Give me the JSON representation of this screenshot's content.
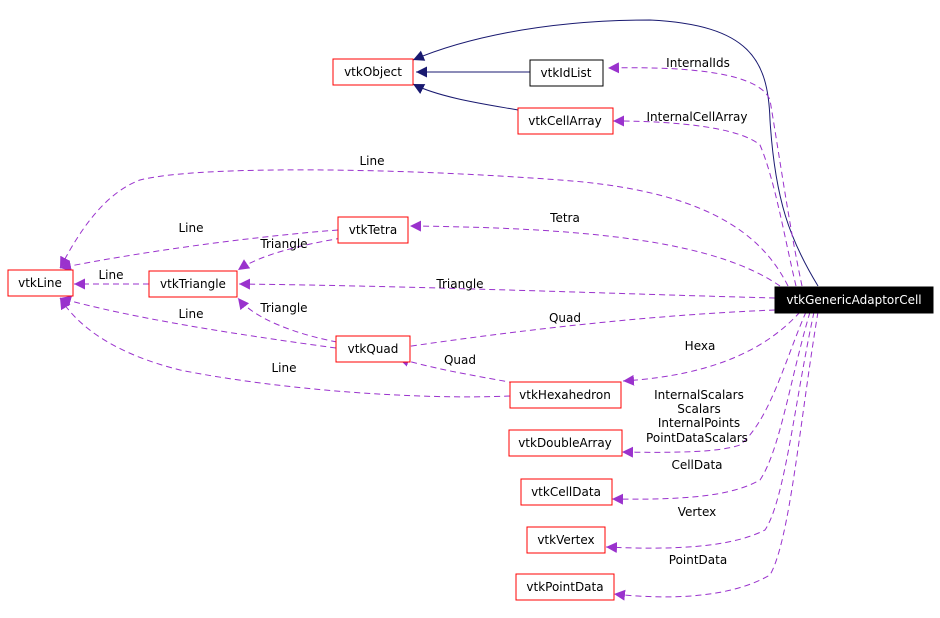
{
  "colors": {
    "node_border": "#ff0000",
    "node_border_plain": "#000000",
    "root_fill": "#000000",
    "root_text": "#ffffff",
    "inheritance_edge": "#191970",
    "usage_edge": "#9a32cd"
  },
  "nodes": [
    {
      "id": "vtkObject",
      "label": "vtkObject",
      "border": "red"
    },
    {
      "id": "vtkIdList",
      "label": "vtkIdList",
      "border": "black"
    },
    {
      "id": "vtkCellArray",
      "label": "vtkCellArray",
      "border": "red"
    },
    {
      "id": "vtkLine",
      "label": "vtkLine",
      "border": "red"
    },
    {
      "id": "vtkTetra",
      "label": "vtkTetra",
      "border": "red"
    },
    {
      "id": "vtkTriangle",
      "label": "vtkTriangle",
      "border": "red"
    },
    {
      "id": "vtkQuad",
      "label": "vtkQuad",
      "border": "red"
    },
    {
      "id": "vtkHexahedron",
      "label": "vtkHexahedron",
      "border": "red"
    },
    {
      "id": "vtkDoubleArray",
      "label": "vtkDoubleArray",
      "border": "red"
    },
    {
      "id": "vtkCellData",
      "label": "vtkCellData",
      "border": "red"
    },
    {
      "id": "vtkVertex",
      "label": "vtkVertex",
      "border": "red"
    },
    {
      "id": "vtkPointData",
      "label": "vtkPointData",
      "border": "red"
    },
    {
      "id": "vtkGenericAdaptorCell",
      "label": "vtkGenericAdaptorCell",
      "border": "root"
    }
  ],
  "edges": [
    {
      "from": "vtkGenericAdaptorCell",
      "to": "vtkObject",
      "kind": "inheritance",
      "labels": []
    },
    {
      "from": "vtkIdList",
      "to": "vtkObject",
      "kind": "inheritance",
      "labels": []
    },
    {
      "from": "vtkCellArray",
      "to": "vtkObject",
      "kind": "inheritance",
      "labels": []
    },
    {
      "from": "vtkGenericAdaptorCell",
      "to": "vtkIdList",
      "kind": "usage",
      "labels": [
        "InternalIds"
      ]
    },
    {
      "from": "vtkGenericAdaptorCell",
      "to": "vtkCellArray",
      "kind": "usage",
      "labels": [
        "InternalCellArray"
      ]
    },
    {
      "from": "vtkGenericAdaptorCell",
      "to": "vtkLine",
      "kind": "usage",
      "labels": [
        "Line"
      ]
    },
    {
      "from": "vtkGenericAdaptorCell",
      "to": "vtkTetra",
      "kind": "usage",
      "labels": [
        "Tetra"
      ]
    },
    {
      "from": "vtkGenericAdaptorCell",
      "to": "vtkTriangle",
      "kind": "usage",
      "labels": [
        "Triangle"
      ]
    },
    {
      "from": "vtkGenericAdaptorCell",
      "to": "vtkQuad",
      "kind": "usage",
      "labels": [
        "Quad"
      ]
    },
    {
      "from": "vtkGenericAdaptorCell",
      "to": "vtkHexahedron",
      "kind": "usage",
      "labels": [
        "Hexa"
      ]
    },
    {
      "from": "vtkGenericAdaptorCell",
      "to": "vtkDoubleArray",
      "kind": "usage",
      "labels": [
        "InternalScalars",
        "Scalars",
        "InternalPoints",
        "PointDataScalars"
      ]
    },
    {
      "from": "vtkGenericAdaptorCell",
      "to": "vtkCellData",
      "kind": "usage",
      "labels": [
        "CellData"
      ]
    },
    {
      "from": "vtkGenericAdaptorCell",
      "to": "vtkVertex",
      "kind": "usage",
      "labels": [
        "Vertex"
      ]
    },
    {
      "from": "vtkGenericAdaptorCell",
      "to": "vtkPointData",
      "kind": "usage",
      "labels": [
        "PointData"
      ]
    },
    {
      "from": "vtkTetra",
      "to": "vtkLine",
      "kind": "usage",
      "labels": [
        "Line"
      ]
    },
    {
      "from": "vtkTetra",
      "to": "vtkTriangle",
      "kind": "usage",
      "labels": [
        "Triangle"
      ]
    },
    {
      "from": "vtkTriangle",
      "to": "vtkLine",
      "kind": "usage",
      "labels": [
        "Line"
      ]
    },
    {
      "from": "vtkQuad",
      "to": "vtkLine",
      "kind": "usage",
      "labels": [
        "Line"
      ]
    },
    {
      "from": "vtkQuad",
      "to": "vtkTriangle",
      "kind": "usage",
      "labels": [
        "Triangle"
      ]
    },
    {
      "from": "vtkHexahedron",
      "to": "vtkLine",
      "kind": "usage",
      "labels": [
        "Line"
      ]
    },
    {
      "from": "vtkHexahedron",
      "to": "vtkQuad",
      "kind": "usage",
      "labels": [
        "Quad"
      ]
    }
  ]
}
